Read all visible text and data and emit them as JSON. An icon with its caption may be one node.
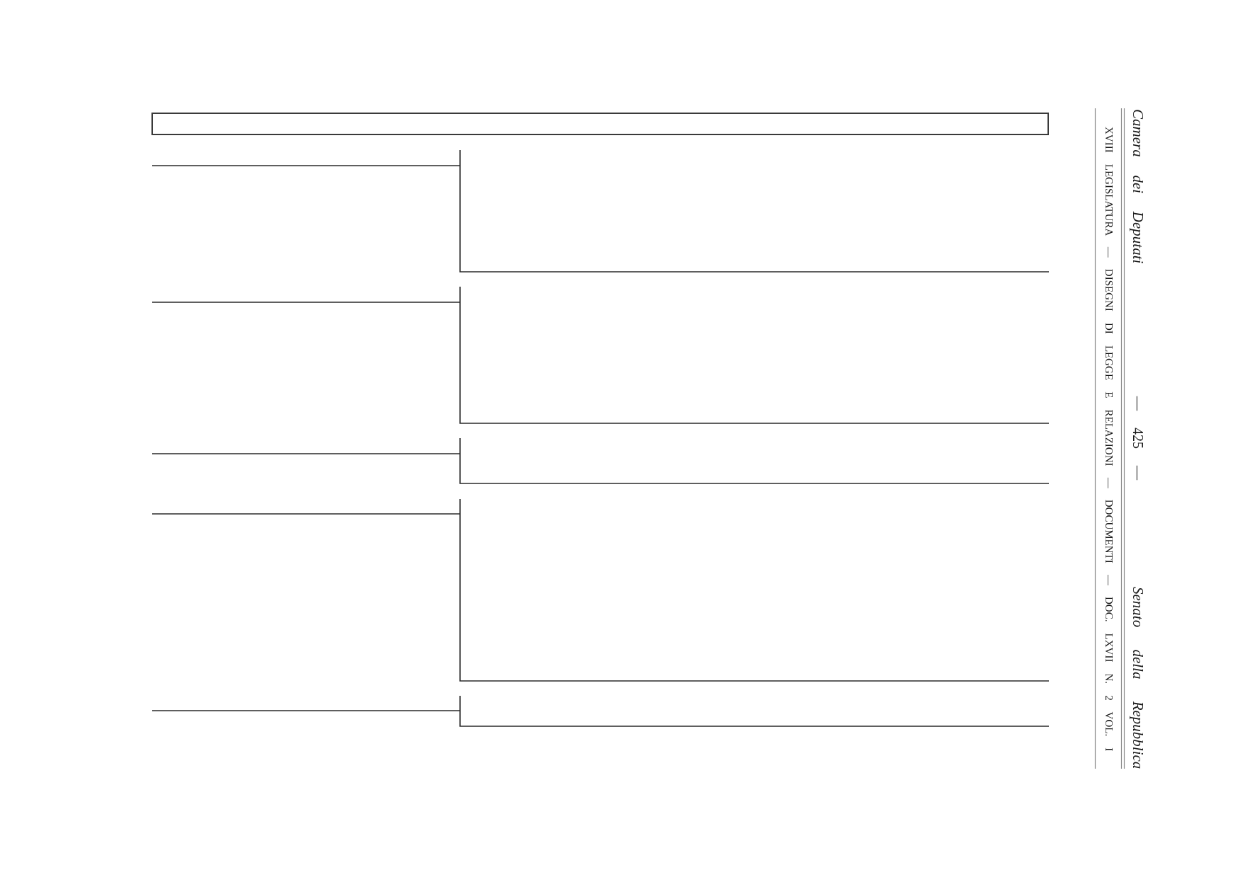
{
  "diagram": {
    "nodes": [
      {
        "text": [],
        "shape": "box"
      }
    ],
    "labels": [
      "Camera dei Deputati",
      "— 425 —",
      "Senato della Repubblica",
      "XVIII LEGISLATURA — DISEGNI DI LEGGE E RELAZIONI — DOCUMENTI — DOC. LXVII N. 2 VOL. I"
    ]
  }
}
